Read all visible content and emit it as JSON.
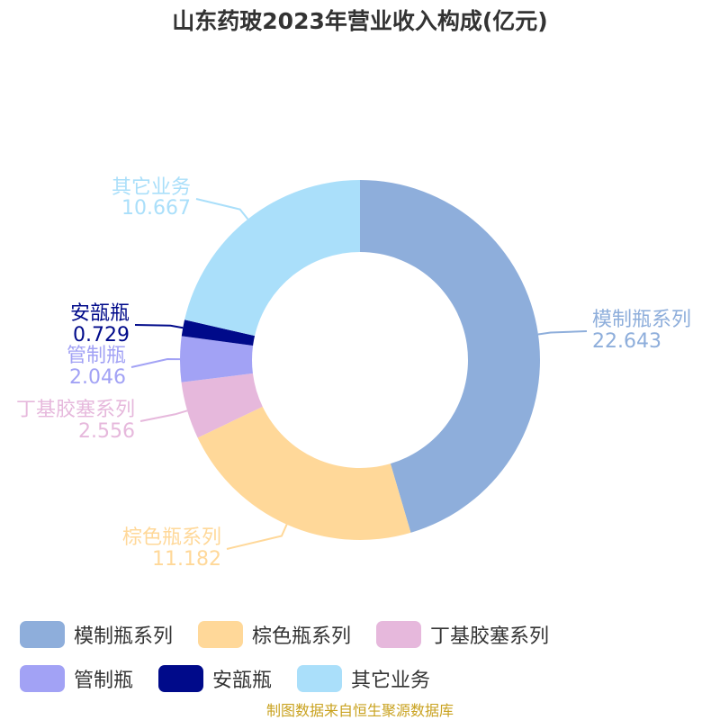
{
  "chart_data": {
    "type": "pie",
    "title": "山东药玻2023年营业收入构成(亿元)",
    "categories": [
      "模制瓶系列",
      "棕色瓶系列",
      "丁基胶塞系列",
      "管制瓶",
      "安瓿瓶",
      "其它业务"
    ],
    "values": [
      22.643,
      11.182,
      2.556,
      2.046,
      0.729,
      10.667
    ],
    "value_labels": [
      "22.643",
      "11.182",
      "2.556",
      "2.046",
      "0.729",
      "10.667"
    ],
    "colors": [
      "#8eaedb",
      "#ffd899",
      "#e6b8dc",
      "#a2a2f5",
      "#000a8a",
      "#aadffa"
    ],
    "legend_position": "bottom",
    "start_angle_deg": 90,
    "direction": "clockwise"
  },
  "source_text": "制图数据来自恒生聚源数据库"
}
